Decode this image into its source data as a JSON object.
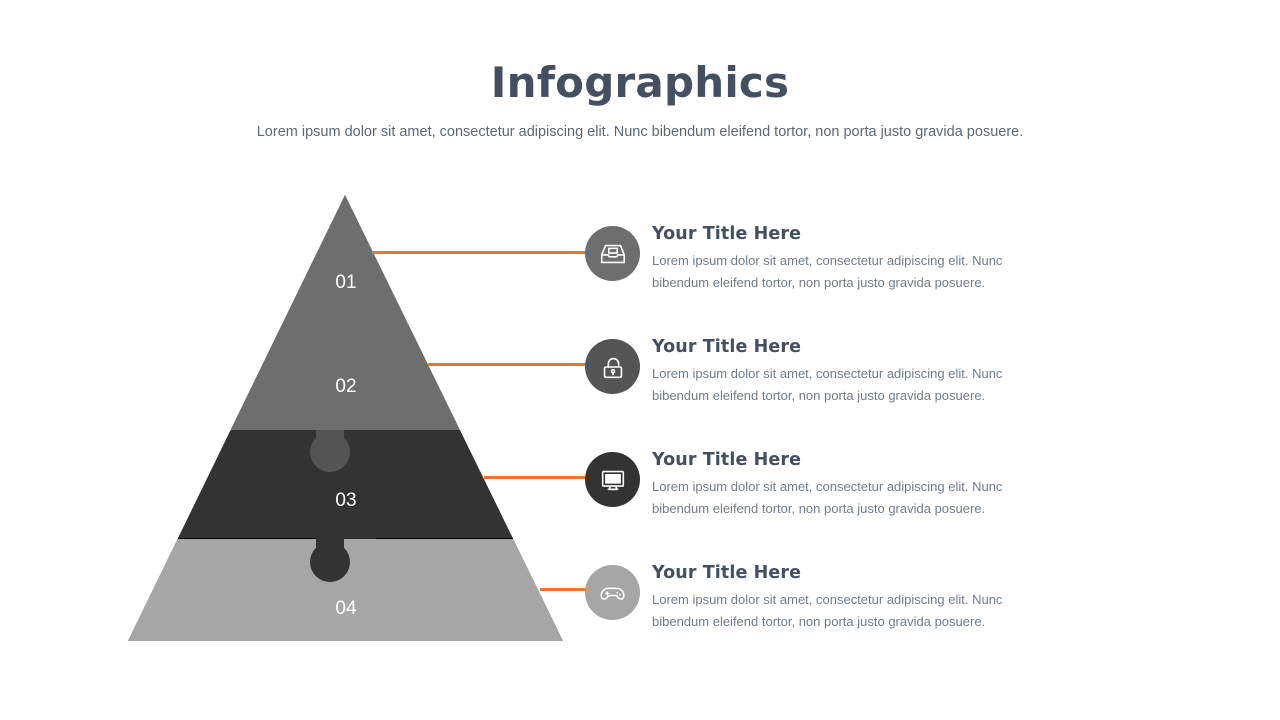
{
  "header": {
    "title": "Infographics",
    "subtitle": "Lorem ipsum dolor sit amet, consectetur adipiscing elit. Nunc bibendum eleifend tortor, non porta justo gravida posuere."
  },
  "colors": {
    "accent_orange": "#e8762c",
    "title_slate": "#435061",
    "body_gray": "#6f7c8a",
    "background": "#ffffff",
    "level_01": "#6e6e6e",
    "level_02": "#555555",
    "level_03": "#333333",
    "level_04": "#a6a6a6"
  },
  "pyramid": {
    "levels": [
      {
        "number": "01",
        "color": "#6e6e6e"
      },
      {
        "number": "02",
        "color": "#555555"
      },
      {
        "number": "03",
        "color": "#333333"
      },
      {
        "number": "04",
        "color": "#a6a6a6"
      }
    ]
  },
  "items": [
    {
      "number": "01",
      "icon": "inbox-tray-icon",
      "icon_color": "#6e6e6e",
      "title": "Your Title Here",
      "description": "Lorem ipsum dolor sit amet, consectetur adipiscing elit. Nunc bibendum eleifend tortor, non porta justo gravida posuere."
    },
    {
      "number": "02",
      "icon": "unlocked-padlock-icon",
      "icon_color": "#555555",
      "title": "Your Title Here",
      "description": "Lorem ipsum dolor sit amet, consectetur adipiscing elit. Nunc bibendum eleifend tortor, non porta justo gravida posuere."
    },
    {
      "number": "03",
      "icon": "desktop-monitor-icon",
      "icon_color": "#333333",
      "title": "Your Title Here",
      "description": "Lorem ipsum dolor sit amet, consectetur adipiscing elit. Nunc bibendum eleifend tortor, non porta justo gravida posuere."
    },
    {
      "number": "04",
      "icon": "gamepad-icon",
      "icon_color": "#a6a6a6",
      "title": "Your Title Here",
      "description": "Lorem ipsum dolor sit amet, consectetur adipiscing elit. Nunc bibendum eleifend tortor, non porta justo gravida posuere."
    }
  ]
}
